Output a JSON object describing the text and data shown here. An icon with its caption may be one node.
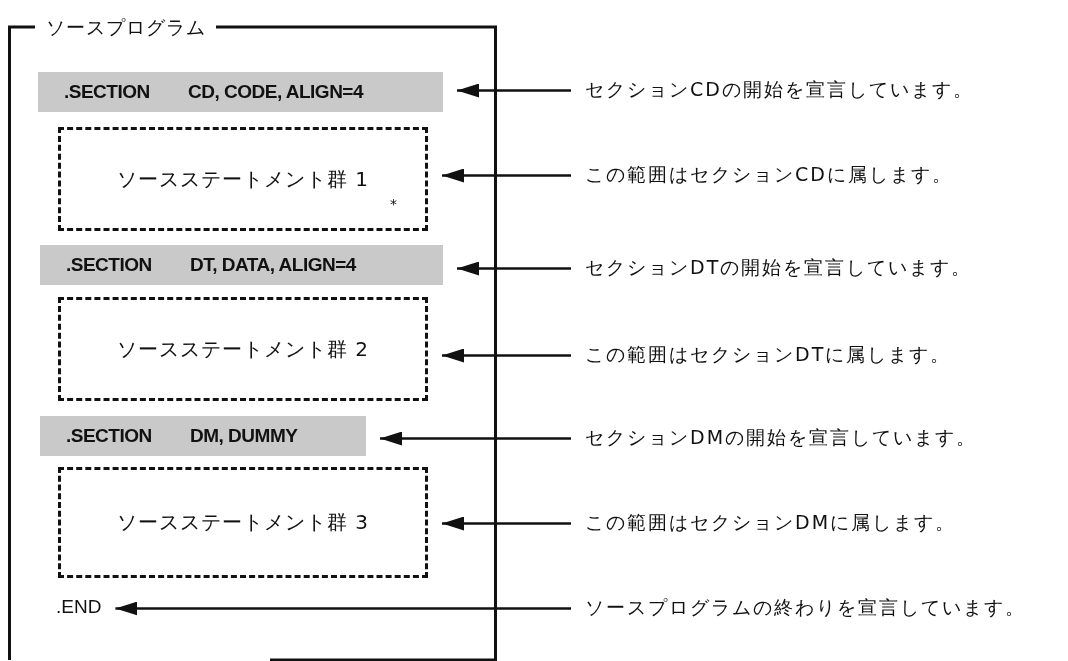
{
  "diagram": {
    "nodes": [
      {
        "text": [
          "ソースプログラム"
        ]
      },
      {
        "text": [
          ".SECTION",
          "CD, CODE, ALIGN=4"
        ],
        "in": 0
      },
      {
        "text": [
          "ソースステートメント群 1"
        ],
        "in": 0
      },
      {
        "text": [
          ".SECTION",
          "DT, DATA, ALIGN=4"
        ],
        "in": 0
      },
      {
        "text": [
          "ソースステートメント群 2"
        ],
        "in": 0
      },
      {
        "text": [
          ".SECTION",
          "DM, DUMMY"
        ],
        "in": 0
      },
      {
        "text": [
          "ソースステートメント群 3"
        ],
        "in": 0
      },
      {
        "text": [
          ".END"
        ],
        "in": 0
      },
      {
        "text": [
          "セクションCDの開始を宣言しています。"
        ]
      },
      {
        "text": [
          "この範囲はセクションCDに属します。"
        ]
      },
      {
        "text": [
          "セクションDTの開始を宣言しています。"
        ]
      },
      {
        "text": [
          "この範囲はセクションDTに属します。"
        ]
      },
      {
        "text": [
          "セクションDMの開始を宣言しています。"
        ]
      },
      {
        "text": [
          "この範囲はセクションDMに属します。"
        ]
      },
      {
        "text": [
          "ソースプログラムの終わりを宣言しています。"
        ]
      }
    ],
    "edges": [
      {
        "from": 8,
        "to": 1,
        "arrow": "to"
      },
      {
        "from": 9,
        "to": 2,
        "arrow": "to"
      },
      {
        "from": 10,
        "to": 3,
        "arrow": "to"
      },
      {
        "from": 11,
        "to": 4,
        "arrow": "to"
      },
      {
        "from": 12,
        "to": 5,
        "arrow": "to"
      },
      {
        "from": 13,
        "to": 6,
        "arrow": "to"
      },
      {
        "from": 14,
        "to": 7,
        "arrow": "to"
      }
    ],
    "labels": [
      "*"
    ]
  }
}
